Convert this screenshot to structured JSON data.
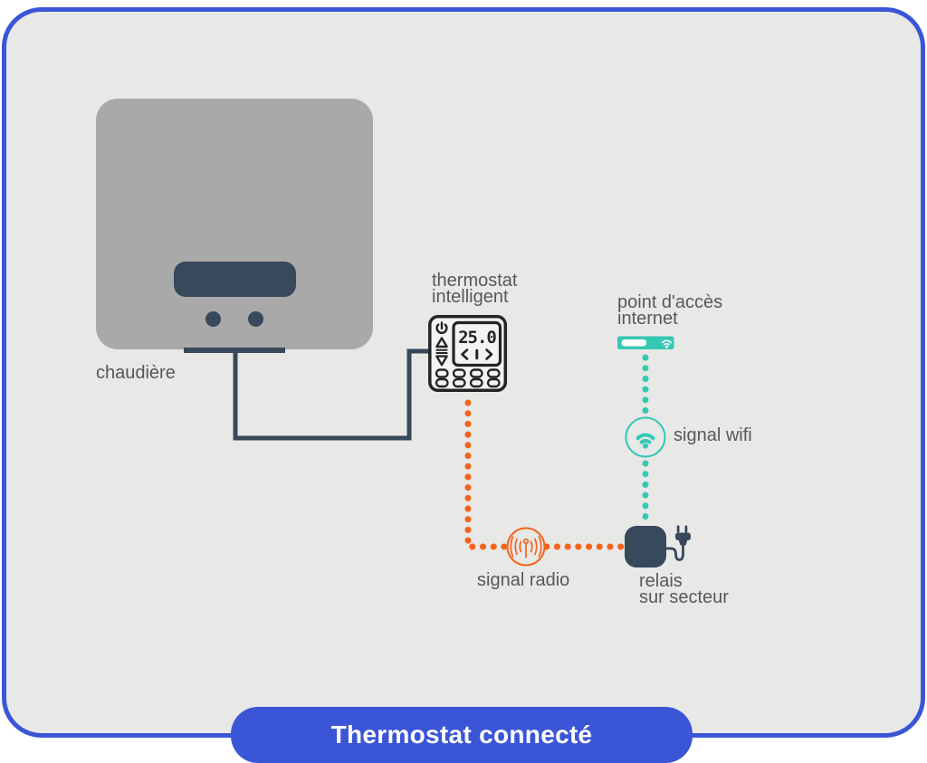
{
  "title": {
    "label": "Thermostat connecté"
  },
  "colors": {
    "accent_blue": "#3b55d7",
    "teal": "#35c8b5",
    "orange": "#f2641c",
    "slate": "#37495a",
    "boiler_gray": "#a9a9a9",
    "panel_bg": "#e8e8e7",
    "label_gray": "#57585c",
    "thermostat_outline": "#242424"
  },
  "diagram": {
    "boiler": {
      "label": "chaudière"
    },
    "thermostat": {
      "label": "thermostat\nintelligent",
      "display_value": "25.0"
    },
    "access_point": {
      "label": "point d'accès\ninternet"
    },
    "wifi_signal": {
      "label": "signal wifi"
    },
    "radio_signal": {
      "label": "signal radio"
    },
    "relay": {
      "label": "relais\nsur secteur"
    }
  }
}
